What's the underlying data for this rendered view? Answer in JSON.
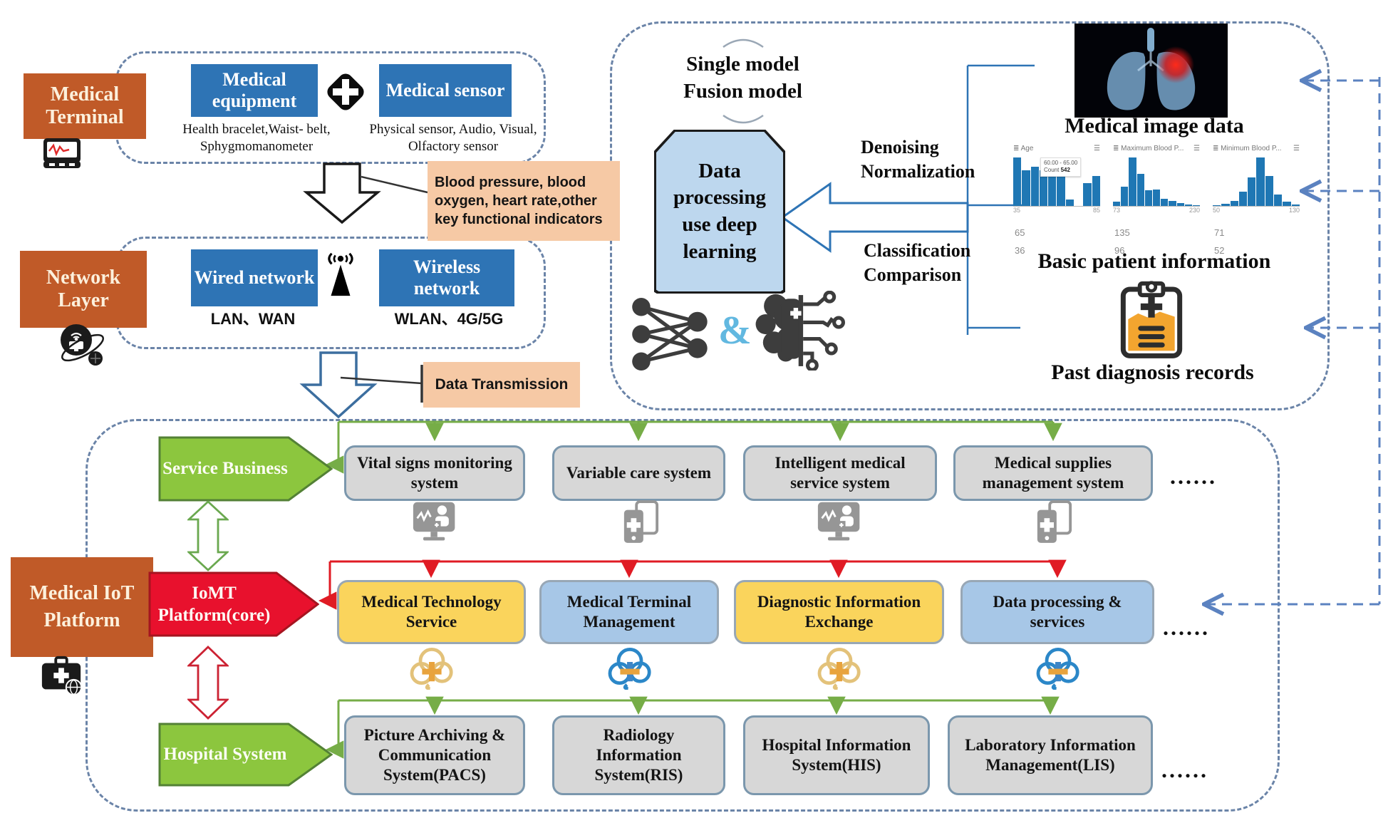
{
  "colors": {
    "orange": "#c05a28",
    "box-blue": "#2e74b5",
    "peach": "#f6c9a5",
    "light-blue": "#bdd7ee",
    "green-fill": "#8cc63e",
    "green-border": "#538135",
    "red-fill": "#e8112d",
    "red-border": "#a61420",
    "gray-fill": "#d7d7d7",
    "gray-border": "#7b97ad",
    "yellow-fill": "#fad45c",
    "blue2-fill": "#a7c7e7",
    "teal": "#1f77b4",
    "dash": "#6b84a8",
    "blue-dash": "#5b82c0",
    "con-green": "#76ad47",
    "con-red": "#e01b24",
    "accent-blue": "#2e74b5"
  },
  "terminal": {
    "label": "Medical Terminal",
    "equipment": "Medical equipment",
    "sensor": "Medical sensor",
    "equipment_caption": "Health bracelet,Waist- belt, Sphygmomanometer",
    "sensor_caption": "Physical sensor, Audio, Visual, Olfactory sensor",
    "indicators": "Blood pressure, blood oxygen, heart rate,other key functional indicators"
  },
  "network": {
    "label": "Network Layer",
    "wired": "Wired network",
    "wireless": "Wireless network",
    "wired_caption": "LAN、WAN",
    "wireless_caption": "WLAN、4G/5G",
    "transmission": "Data Transmission"
  },
  "ai": {
    "model_lines": [
      "Single model",
      "Fusion model"
    ],
    "dl_text": "Data processing use deep learning",
    "right_top": [
      "Denoising",
      "Normalization"
    ],
    "right_bottom": [
      "Classification",
      "Comparison"
    ],
    "amp": "&"
  },
  "sources": {
    "image_title": "Medical image data",
    "patient_title": "Basic patient information",
    "records_title": "Past diagnosis records"
  },
  "histograms": [
    {
      "title": "Age",
      "header_icon": "≣",
      "sort_icon": "☰",
      "bars": [
        95,
        70,
        76,
        70,
        68,
        66,
        12,
        0,
        45,
        58
      ],
      "x_min": "35",
      "x_max": "85",
      "below": [
        "65",
        "36"
      ],
      "tooltip": {
        "range": "60.00 - 65.00",
        "count_label": "Count",
        "count_value": "542"
      }
    },
    {
      "title": "Maximum Blood P...",
      "header_icon": "≣",
      "sort_icon": "☰",
      "bars": [
        8,
        38,
        95,
        62,
        30,
        32,
        14,
        10,
        5,
        3,
        2
      ],
      "x_min": "73",
      "x_max": "230",
      "below": [
        "135",
        "96"
      ]
    },
    {
      "title": "Minimum Blood P...",
      "header_icon": "≣",
      "sort_icon": "☰",
      "bars": [
        2,
        4,
        10,
        28,
        55,
        95,
        58,
        22,
        8,
        3
      ],
      "x_min": "50",
      "x_max": "130",
      "below": [
        "71",
        "52"
      ]
    }
  ],
  "platform": {
    "label": "Medical IoT Platform",
    "row1": {
      "arrow": "Service Business",
      "boxes": [
        {
          "label": "Vital signs monitoring system"
        },
        {
          "label": "Variable care system"
        },
        {
          "label": "Intelligent medical service system"
        },
        {
          "label": "Medical supplies management system"
        }
      ],
      "dots": "......"
    },
    "row2": {
      "arrow": "IoMT Platform(core)",
      "boxes": [
        {
          "label": "Medical Technology Service"
        },
        {
          "label": "Medical Terminal Management"
        },
        {
          "label": "Diagnostic Information Exchange"
        },
        {
          "label": "Data processing & services"
        }
      ],
      "dots": "......"
    },
    "row3": {
      "arrow": "Hospital System",
      "boxes": [
        {
          "label": "Picture Archiving & Communication System(PACS)"
        },
        {
          "label": "Radiology Information System(RIS)"
        },
        {
          "label": "Hospital Information System(HIS)"
        },
        {
          "label": "Laboratory Information Management(LIS)"
        }
      ],
      "dots": "......"
    }
  }
}
